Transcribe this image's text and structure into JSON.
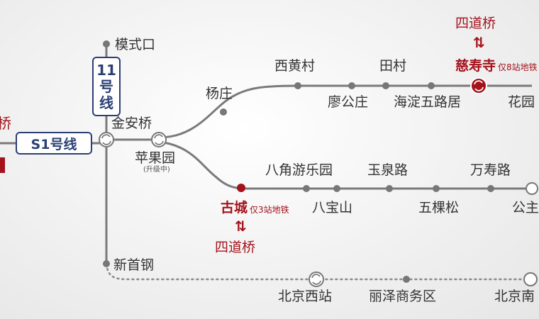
{
  "lines": {
    "s1": "S1号线",
    "line11": [
      "11",
      "号",
      "线"
    ]
  },
  "stations": {
    "moshikou": "模式口",
    "jinanqiao": "金安桥",
    "pingguoyuan": "苹果园",
    "pingguoyuan_note": "(升级中)",
    "yangzhuang": "杨庄",
    "xihuangcun": "西黄村",
    "liaogongzhuang": "廖公庄",
    "tiancun": "田村",
    "haidianwulu": "海淀五路居",
    "cishousi": "慈寿寺",
    "huayuan_partial": "花园",
    "bajiao": "八角游乐园",
    "babaoshan": "八宝山",
    "yuquanlu": "玉泉路",
    "wukesong": "五棵松",
    "wanshoulu": "万寿路",
    "gongzhufen_partial": "公主",
    "gucheng": "古城",
    "xinshougang": "新首钢",
    "beijingxizhan": "北京西站",
    "lizeshangwuqu": "丽泽商务区",
    "beijingnan_partial": "北京南"
  },
  "annotations": {
    "sidaoqiao_top": "四道桥",
    "cishousi_note": "仅8站地铁",
    "gucheng_note": "仅3站地铁",
    "sidaoqiao_bottom": "四道桥",
    "left_edge_partial": "桥",
    "arrows": "⇅"
  },
  "colors": {
    "line": "#7a7a7a",
    "dotted": "#8a8a8a",
    "accent": "#a4121b",
    "badge": "#2b3f75"
  }
}
